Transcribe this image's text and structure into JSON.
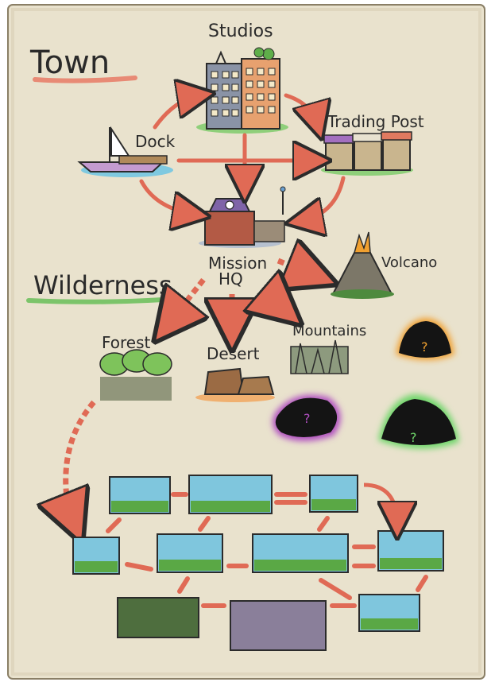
{
  "sections": {
    "town": "Town",
    "wilderness": "Wilderness"
  },
  "locations": {
    "studios": "Studios",
    "trading_post": "Trading Post",
    "dock": "Dock",
    "mission_hq_line1": "Mission",
    "mission_hq_line2": "HQ",
    "volcano": "Volcano",
    "forest": "Forest",
    "desert": "Desert",
    "mountains": "Mountains"
  },
  "unknown_marker": "?",
  "colors": {
    "paper": "#e9e2cd",
    "arrow": "#e06a55",
    "arrow_outline": "#2b2b2b",
    "town_underline": "#e88a75",
    "wilderness_underline": "#7cc46a",
    "unknown_orange_glow": "#f0a030",
    "unknown_purple_glow": "#b050c0",
    "unknown_green_glow": "#6fd66a"
  }
}
